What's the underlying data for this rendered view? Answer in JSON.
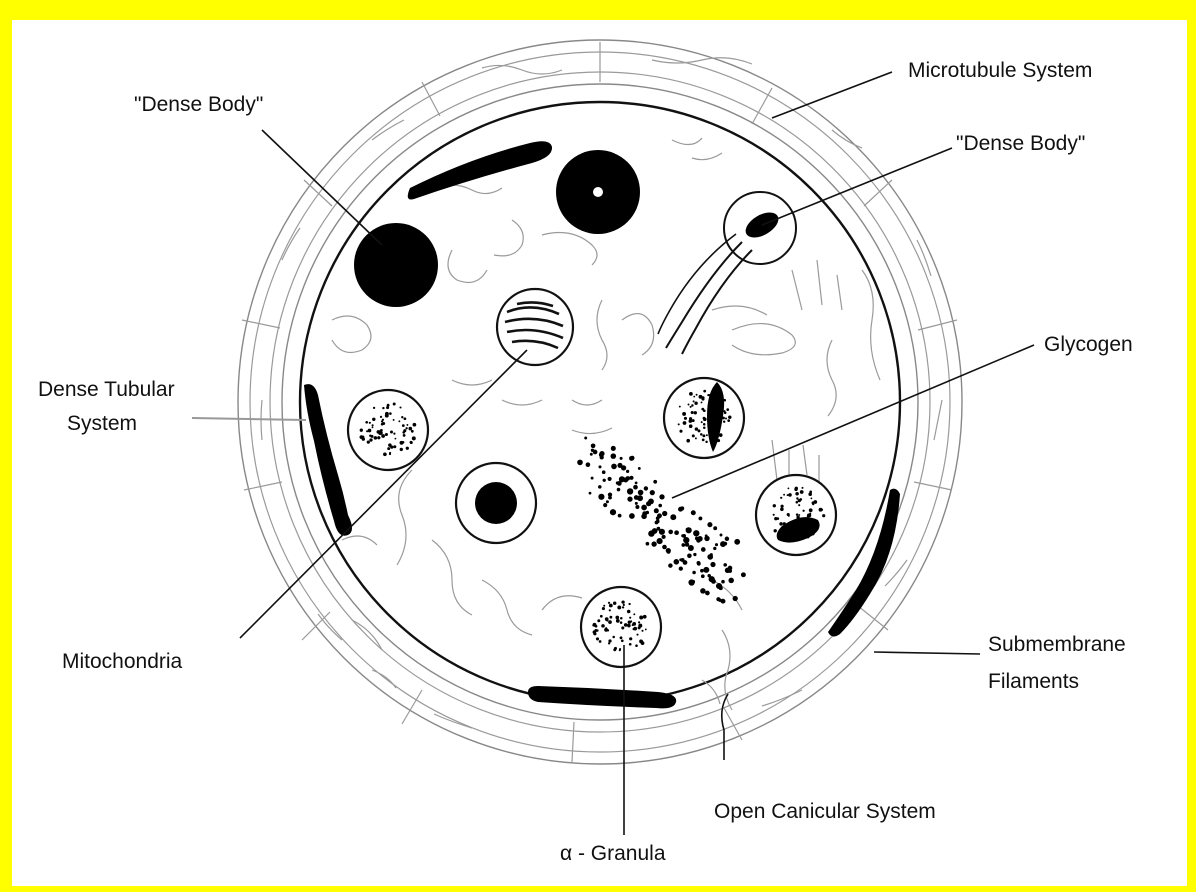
{
  "diagram": {
    "frame_color": "#ffff00",
    "labels": {
      "dense_body_left": "\"Dense Body\"",
      "microtubule_system": "Microtubule System",
      "dense_body_right": "\"Dense Body\"",
      "glycogen": "Glycogen",
      "dense_tubular_line1": "Dense Tubular",
      "dense_tubular_line2": "System",
      "mitochondria": "Mitochondria",
      "submembrane_line1": "Submembrane",
      "submembrane_line2": "Filaments",
      "open_canicular": "Open Canicular System",
      "alpha_granula": "α - Granula"
    }
  }
}
